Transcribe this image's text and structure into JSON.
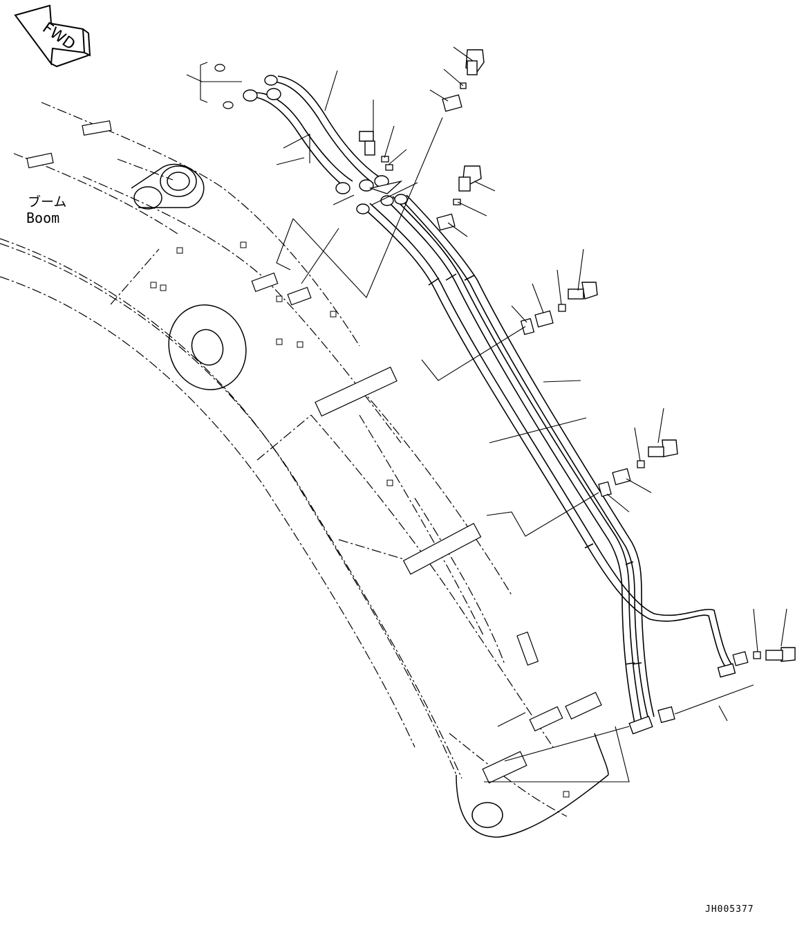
{
  "direction_marker": {
    "label": "FWD",
    "icon": "forward-arrow-icon"
  },
  "component_label": {
    "japanese": "ブーム",
    "english": "Boom"
  },
  "drawing_code": "JH005377",
  "colors": {
    "line": "#000000",
    "background": "#ffffff"
  }
}
